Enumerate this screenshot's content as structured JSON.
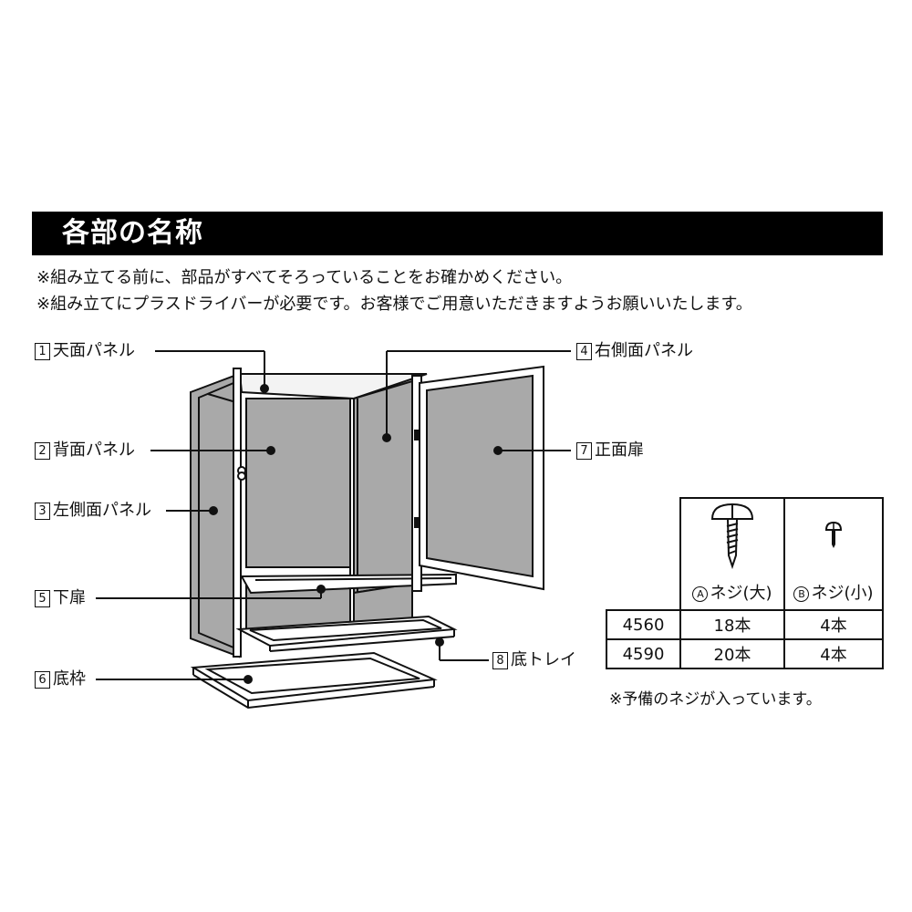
{
  "title": "各部の名称",
  "notes": [
    "※組み立てる前に、部品がすべてそろっていることをお確かめください。",
    "※組み立てにプラスドライバーが必要です。お客様でご用意いただきますようお願いいたします。"
  ],
  "parts": [
    {
      "num": "1",
      "name": "天面パネル"
    },
    {
      "num": "2",
      "name": "背面パネル"
    },
    {
      "num": "3",
      "name": "左側面パネル"
    },
    {
      "num": "4",
      "name": "右側面パネル"
    },
    {
      "num": "5",
      "name": "下扉"
    },
    {
      "num": "6",
      "name": "底枠"
    },
    {
      "num": "7",
      "name": "正面扉"
    },
    {
      "num": "8",
      "name": "底トレイ"
    }
  ],
  "screws": {
    "a": {
      "mark": "A",
      "label": "ネジ(大)"
    },
    "b": {
      "mark": "B",
      "label": "ネジ(小)"
    },
    "rows": [
      {
        "model": "4560",
        "a": "18本",
        "b": "4本"
      },
      {
        "model": "4590",
        "a": "20本",
        "b": "4本"
      }
    ],
    "footnote": "※予備のネジが入っています。"
  },
  "colors": {
    "panel_gray": "#a9a9a9",
    "frame": "#111111",
    "title_bg": "#000000"
  }
}
